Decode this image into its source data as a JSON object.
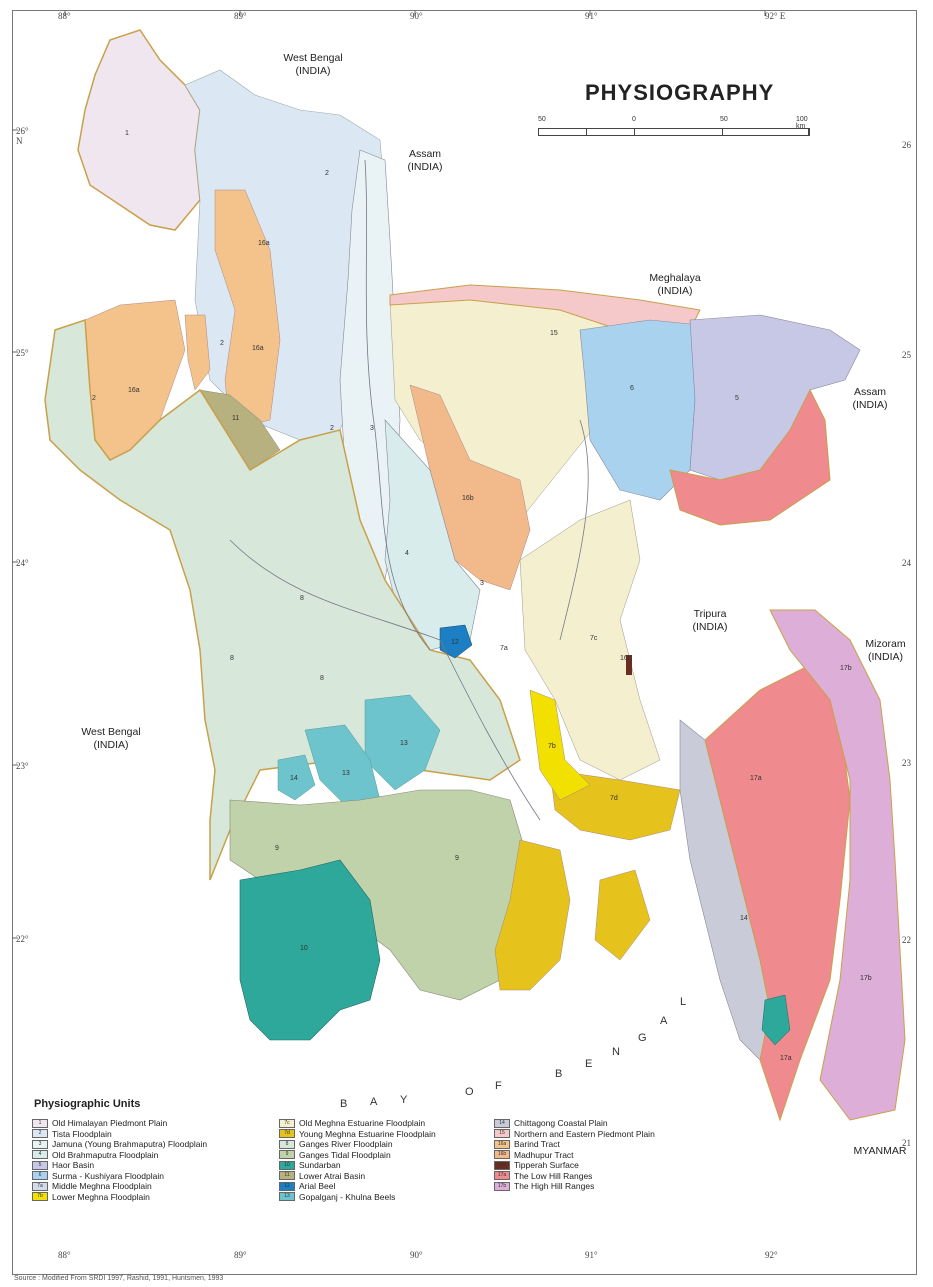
{
  "title": "PHYSIOGRAPHY",
  "scale_bar": {
    "labels": [
      "50",
      "0",
      "50",
      "100 km"
    ]
  },
  "lon_ticks_top": [
    "88°",
    "89°",
    "90°",
    "91°",
    "92° E"
  ],
  "lon_ticks_bottom": [
    "88°",
    "89°",
    "90°",
    "91°",
    "92°"
  ],
  "lat_ticks_left": [
    "26° N",
    "25°",
    "24°",
    "23°",
    "22°"
  ],
  "lat_ticks_right": [
    "26",
    "25",
    "24",
    "23",
    "22",
    "21"
  ],
  "places": {
    "west_bengal_top": "West Bengal (INDIA)",
    "assam_north": "Assam (INDIA)",
    "meghalaya": "Meghalaya (INDIA)",
    "assam_east": "Assam (INDIA)",
    "tripura": "Tripura (INDIA)",
    "mizoram": "Mizoram (INDIA)",
    "west_bengal_west": "West Bengal (INDIA)",
    "myanmar": "MYANMAR"
  },
  "bay_letters": [
    "B",
    "A",
    "Y",
    "O",
    "F",
    "B",
    "E",
    "N",
    "G",
    "A",
    "L"
  ],
  "legend": {
    "heading": "Physiographic Units",
    "items": [
      {
        "code": "1",
        "label": "Old Himalayan Piedmont Plain",
        "color": "#efe6f0"
      },
      {
        "code": "2",
        "label": "Tista Floodplain",
        "color": "#dbe8f3"
      },
      {
        "code": "3",
        "label": "Jamuna (Young Brahmaputra) Floodplain",
        "color": "#e9f2f4"
      },
      {
        "code": "4",
        "label": "Old Brahmaputra Floodplain",
        "color": "#d8ecec"
      },
      {
        "code": "5",
        "label": "Haor Basin",
        "color": "#c7c8e6"
      },
      {
        "code": "6",
        "label": "Surma - Kushiyara Floodplain",
        "color": "#a9d2ef"
      },
      {
        "code": "7a",
        "label": "Middle Meghna Floodplain",
        "color": "#d4dbe8"
      },
      {
        "code": "7b",
        "label": "Lower Meghna Floodplain",
        "color": "#f1e000"
      },
      {
        "code": "7c",
        "label": "Old Meghna Estuarine Floodplain",
        "color": "#f3efcf"
      },
      {
        "code": "7d",
        "label": "Young Meghna Estuarine Floodplain",
        "color": "#e6c21d"
      },
      {
        "code": "8",
        "label": "Ganges River Floodplain",
        "color": "#d7e7da"
      },
      {
        "code": "9",
        "label": "Ganges Tidal Floodplain",
        "color": "#bfd2a9"
      },
      {
        "code": "10",
        "label": "Sundarban",
        "color": "#2ea89b"
      },
      {
        "code": "11",
        "label": "Lower Atrai Basin",
        "color": "#b6b17e"
      },
      {
        "code": "12",
        "label": "Arial Beel",
        "color": "#1c7fc4"
      },
      {
        "code": "13",
        "label": "Gopalganj - Khulna Beels",
        "color": "#6ec4cc"
      },
      {
        "code": "14",
        "label": "Chittagong Coastal Plain",
        "color": "#c9ccd8"
      },
      {
        "code": "15",
        "label": "Northern and Eastern Piedmont Plain",
        "color": "#f5c9c9"
      },
      {
        "code": "16a",
        "label": "Barind Tract",
        "color": "#f4c38c"
      },
      {
        "code": "16b",
        "label": "Madhupur Tract",
        "color": "#f2b98a"
      },
      {
        "code": "16c",
        "label": "Tipperah Surface",
        "color": "#6b2d20"
      },
      {
        "code": "17a",
        "label": "The Low Hill Ranges",
        "color": "#ef8a8e"
      },
      {
        "code": "17b",
        "label": "The High Hill Ranges",
        "color": "#dcaed8"
      }
    ]
  },
  "unit_labels": [
    "1",
    "2",
    "2",
    "2",
    "2",
    "3",
    "3",
    "4",
    "5",
    "6",
    "7a",
    "7b",
    "7c",
    "7d",
    "8",
    "8",
    "8",
    "9",
    "9",
    "10",
    "11",
    "12",
    "13",
    "13",
    "14",
    "14",
    "15",
    "16a",
    "16a",
    "16a",
    "16b",
    "16c",
    "17a",
    "17a",
    "17b",
    "17b"
  ],
  "source": "Source : Modified From SRDI 1997, Rashid, 1991, Huntsmen, 1993"
}
